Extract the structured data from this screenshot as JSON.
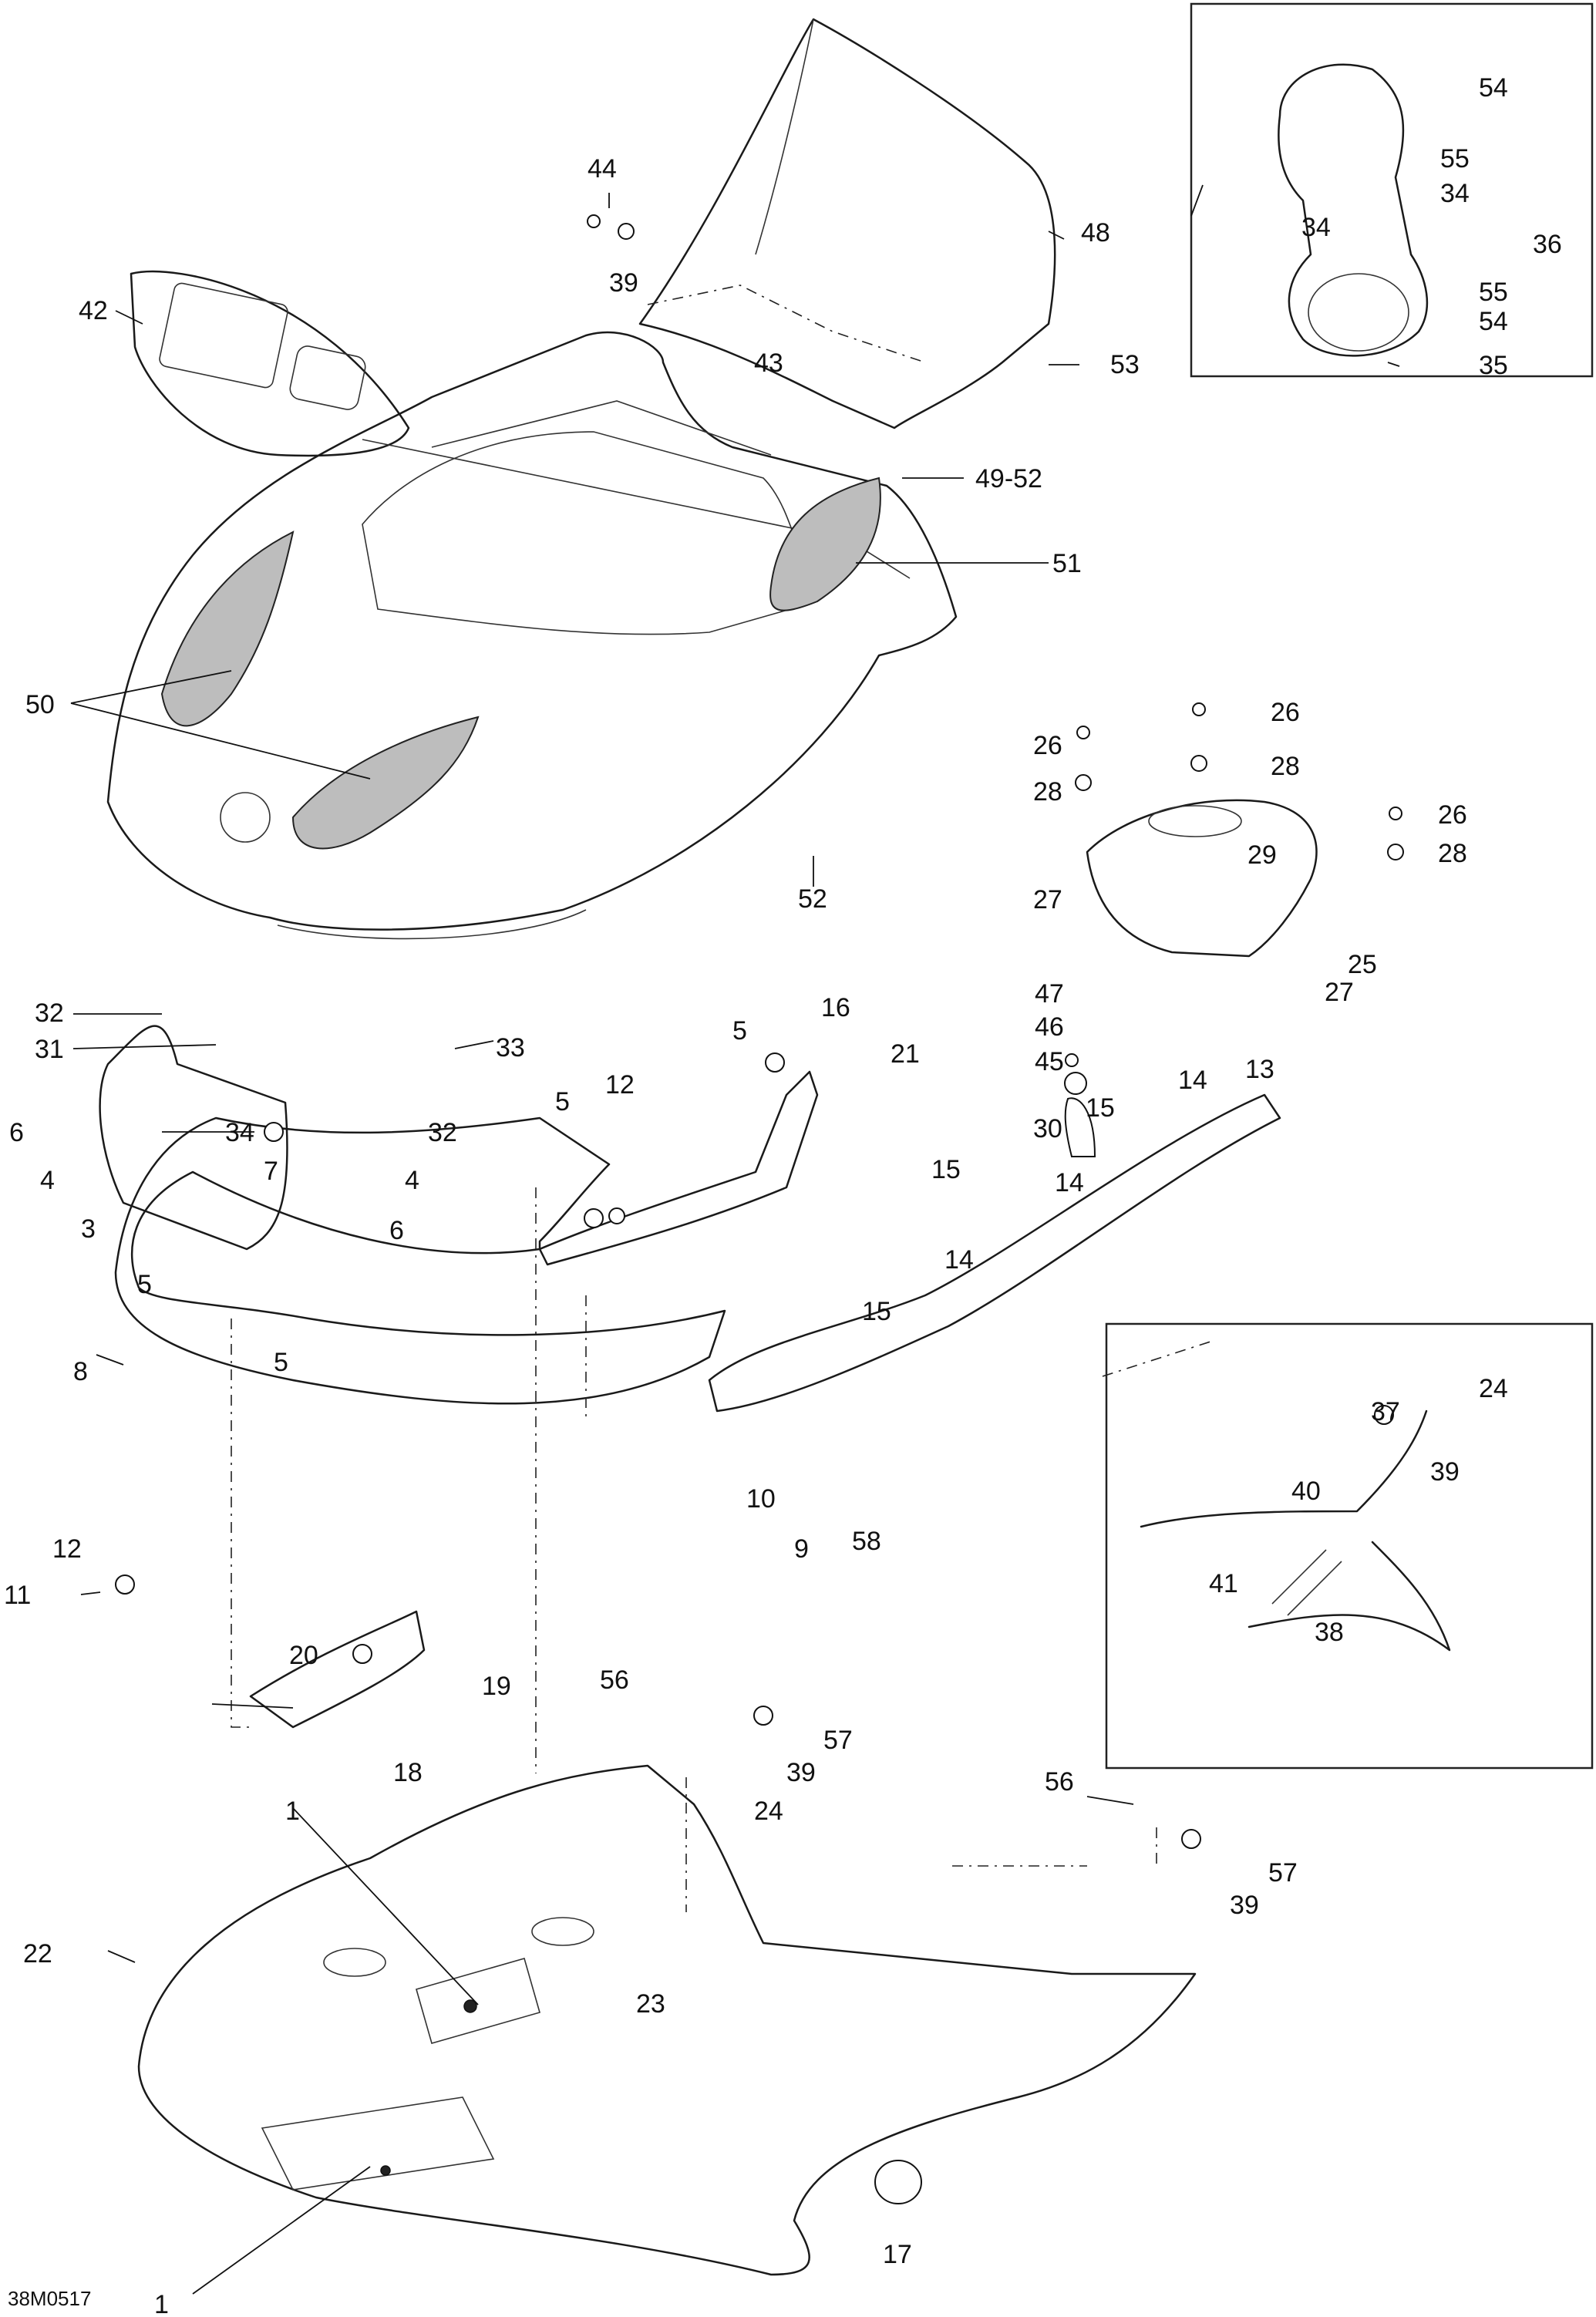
{
  "diagram": {
    "code": "38M0517",
    "labels": [
      {
        "text": "44"
      },
      {
        "text": "39"
      },
      {
        "text": "42"
      },
      {
        "text": "48"
      },
      {
        "text": "43"
      },
      {
        "text": "53"
      },
      {
        "text": "49-52"
      },
      {
        "text": "51"
      },
      {
        "text": "50"
      },
      {
        "text": "52"
      },
      {
        "text": "54"
      },
      {
        "text": "55"
      },
      {
        "text": "34"
      },
      {
        "text": "34"
      },
      {
        "text": "36"
      },
      {
        "text": "55"
      },
      {
        "text": "54"
      },
      {
        "text": "35"
      },
      {
        "text": "26"
      },
      {
        "text": "26"
      },
      {
        "text": "28"
      },
      {
        "text": "28"
      },
      {
        "text": "26"
      },
      {
        "text": "29"
      },
      {
        "text": "28"
      },
      {
        "text": "27"
      },
      {
        "text": "25"
      },
      {
        "text": "27"
      },
      {
        "text": "47"
      },
      {
        "text": "46"
      },
      {
        "text": "45"
      },
      {
        "text": "30"
      },
      {
        "text": "32"
      },
      {
        "text": "31"
      },
      {
        "text": "33"
      },
      {
        "text": "34"
      },
      {
        "text": "32"
      },
      {
        "text": "6"
      },
      {
        "text": "7"
      },
      {
        "text": "4"
      },
      {
        "text": "4"
      },
      {
        "text": "3"
      },
      {
        "text": "6"
      },
      {
        "text": "5"
      },
      {
        "text": "5"
      },
      {
        "text": "5"
      },
      {
        "text": "16"
      },
      {
        "text": "21"
      },
      {
        "text": "5"
      },
      {
        "text": "12"
      },
      {
        "text": "14"
      },
      {
        "text": "13"
      },
      {
        "text": "15"
      },
      {
        "text": "15"
      },
      {
        "text": "14"
      },
      {
        "text": "14"
      },
      {
        "text": "15"
      },
      {
        "text": "8"
      },
      {
        "text": "12"
      },
      {
        "text": "11"
      },
      {
        "text": "10"
      },
      {
        "text": "9"
      },
      {
        "text": "58"
      },
      {
        "text": "20"
      },
      {
        "text": "19"
      },
      {
        "text": "18"
      },
      {
        "text": "24"
      },
      {
        "text": "37"
      },
      {
        "text": "39"
      },
      {
        "text": "40"
      },
      {
        "text": "41"
      },
      {
        "text": "38"
      },
      {
        "text": "56"
      },
      {
        "text": "57"
      },
      {
        "text": "39"
      },
      {
        "text": "24"
      },
      {
        "text": "1"
      },
      {
        "text": "56"
      },
      {
        "text": "57"
      },
      {
        "text": "39"
      },
      {
        "text": "22"
      },
      {
        "text": "23"
      },
      {
        "text": "1"
      },
      {
        "text": "17"
      }
    ]
  }
}
